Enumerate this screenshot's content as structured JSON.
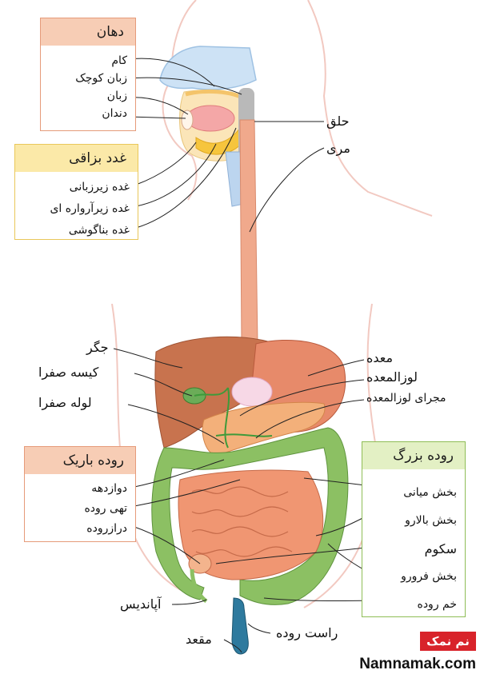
{
  "colors": {
    "mouth_box": "#e59b7a",
    "mouth_header_bg": "#f7cdb5",
    "salivary_box": "#e9c75a",
    "salivary_header_bg": "#fbe9a8",
    "small_intestine_box": "#e59b7a",
    "small_intestine_header_bg": "#f7cdb5",
    "large_intestine_box": "#8fbd56",
    "large_intestine_header_bg": "#e3f0c4",
    "liver": "#c8734e",
    "stomach": "#e78a6a",
    "small_intestine": "#f09672",
    "colon": "#8cc063",
    "esophagus": "#f0a98c",
    "pancreas": "#f3b07a",
    "brand_red": "#d8232a"
  },
  "mouth": {
    "title": "دهان",
    "items": [
      "کام",
      "زبان کوچک",
      "زبان",
      "دندان"
    ]
  },
  "salivary": {
    "title": "غدد بزاقی",
    "items": [
      "غده زیرزبانی",
      "غده زیرآرواره ای",
      "غده بناگوشی"
    ]
  },
  "small_intestine": {
    "title": "روده باریک",
    "items": [
      "دوازدهه",
      "تهی روده",
      "درازروده"
    ]
  },
  "large_intestine": {
    "title": "روده بزرگ",
    "items": [
      "بخش میانی",
      "بخش بالارو",
      "سکوم",
      "بخش فرورو",
      "خم روده"
    ]
  },
  "labels": {
    "pharynx": "حلق",
    "esophagus": "مری",
    "liver": "جگر",
    "gallbladder": "کیسه صفرا",
    "bile_duct": "لوله صفرا",
    "stomach": "معده",
    "pancreas": "لوزالمعده",
    "pancreatic_duct": "مجرای لوزالمعده",
    "appendix": "آپاندیس",
    "rectum": "راست روده",
    "anus": "مقعد"
  },
  "brand": {
    "logo_text": "نم نمک",
    "url": "Namnamak.com"
  }
}
